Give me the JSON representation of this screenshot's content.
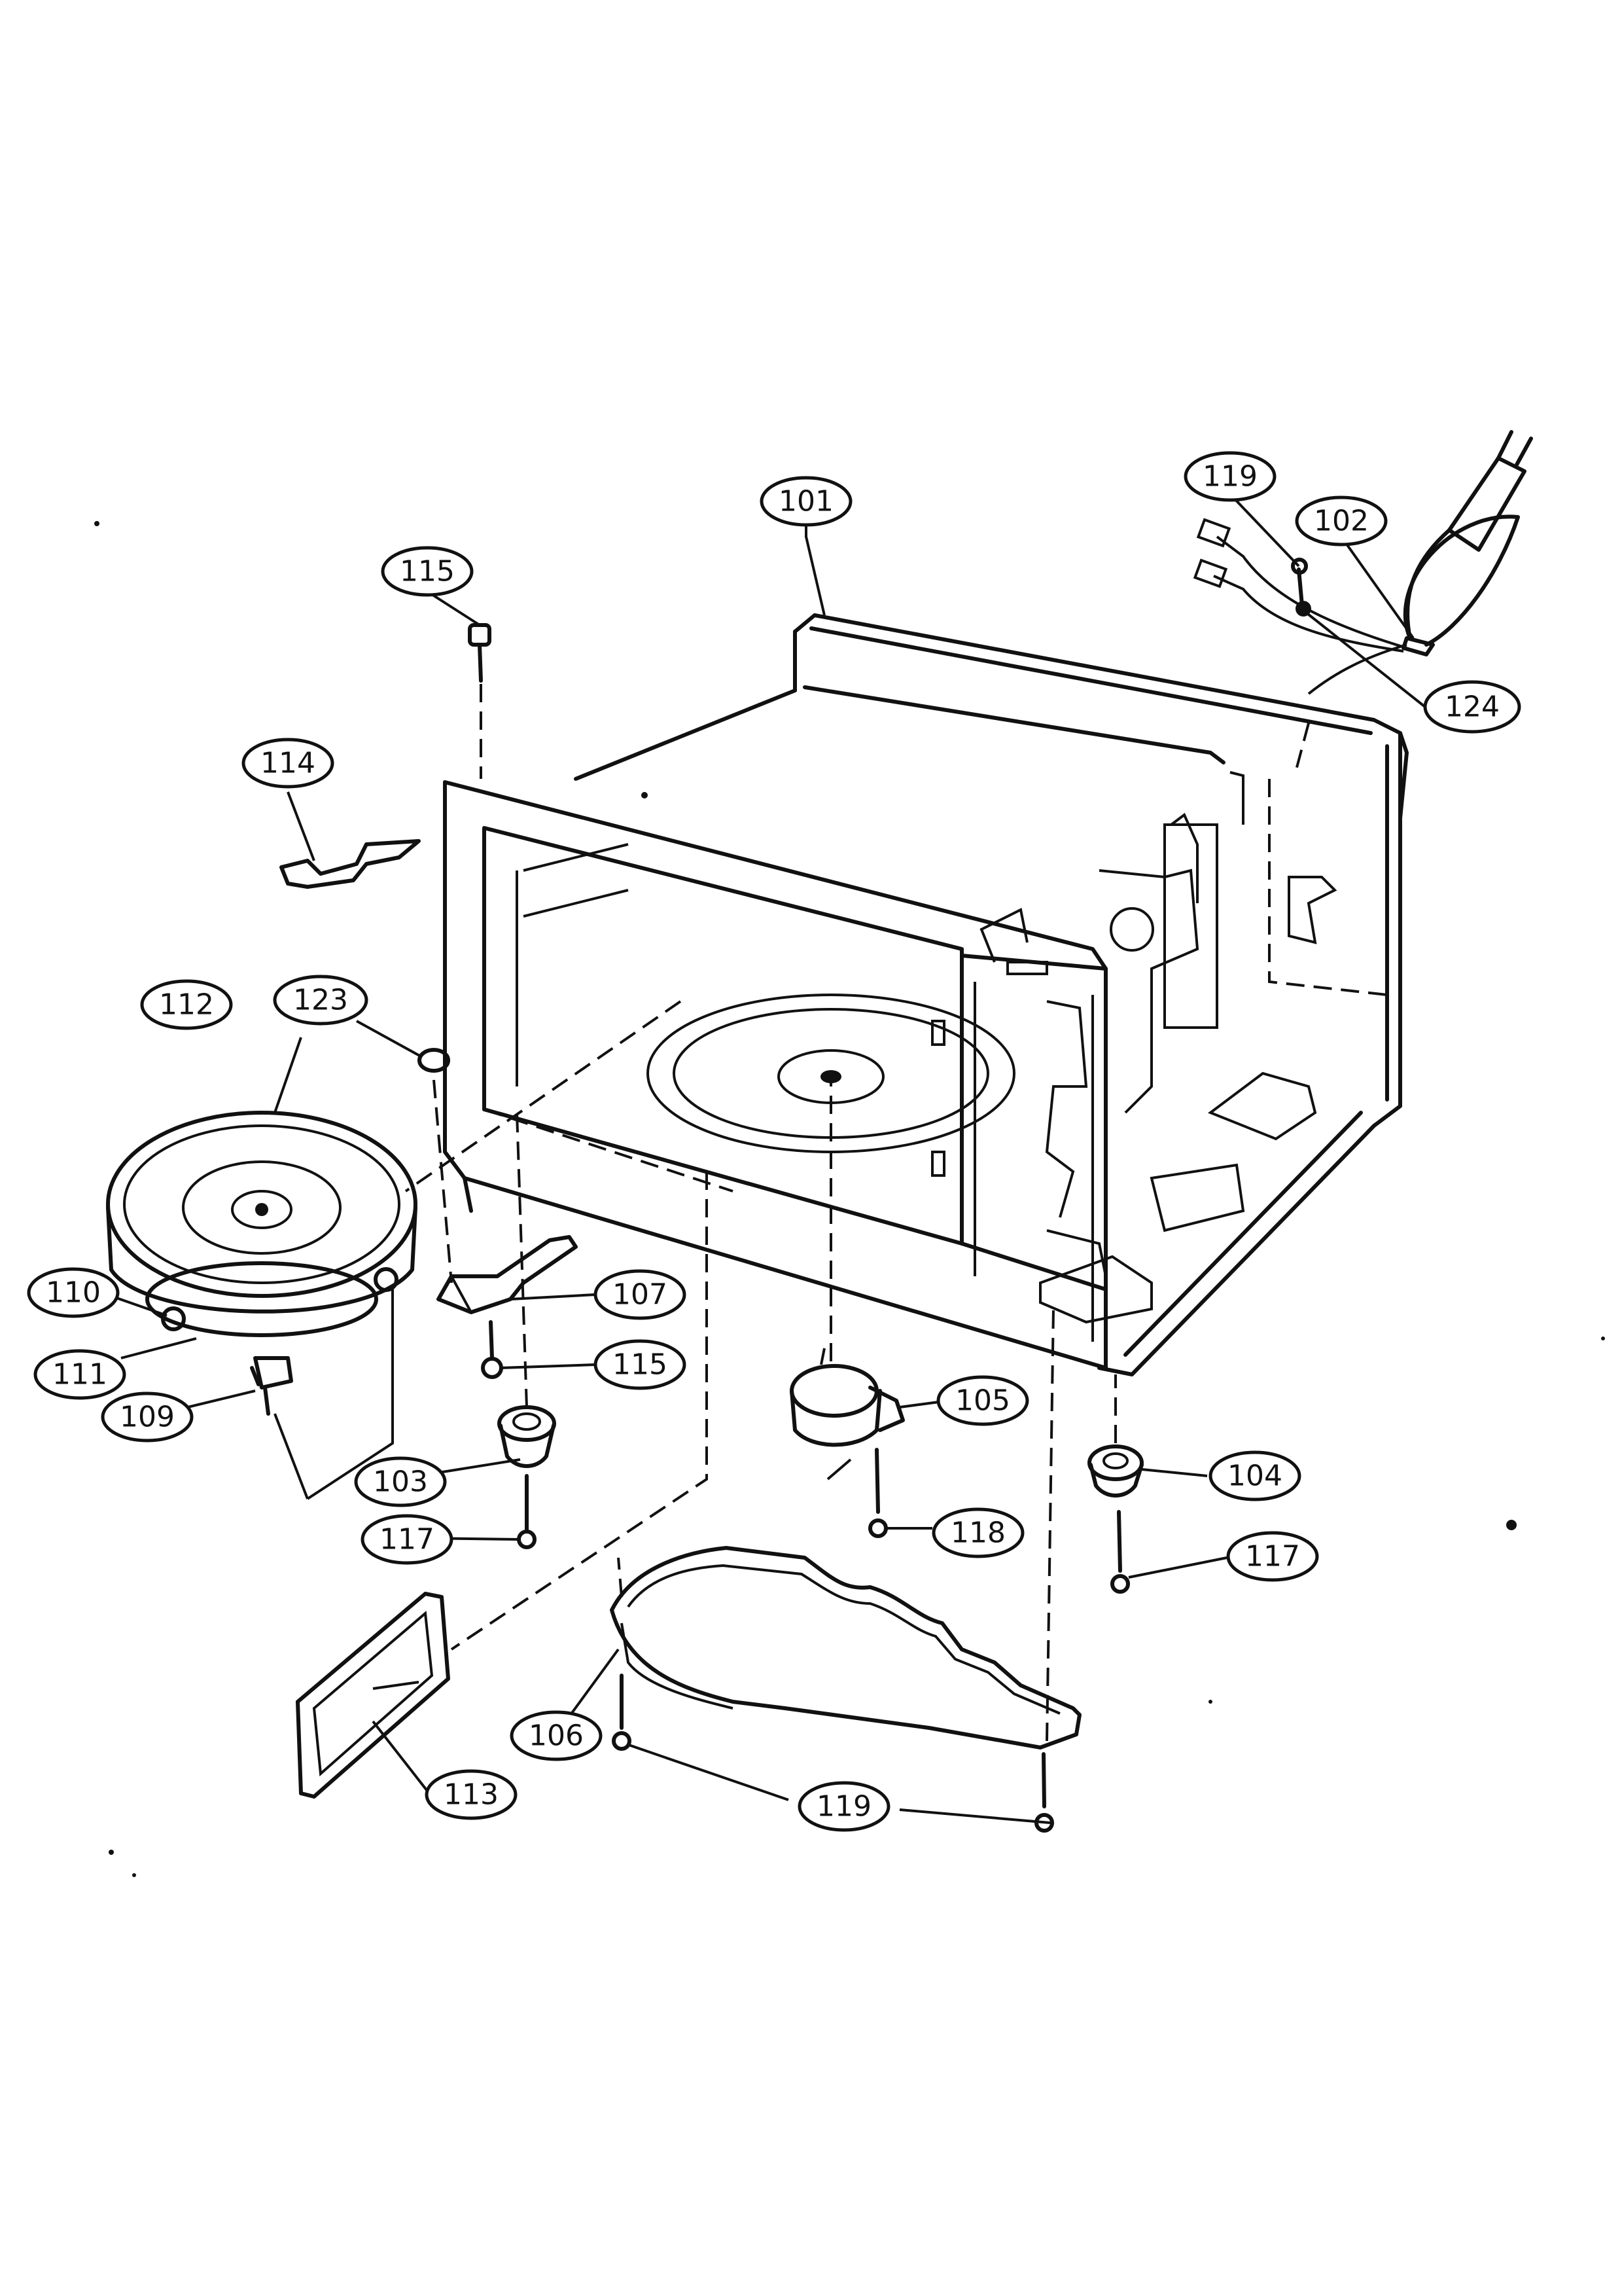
{
  "callouts": [
    {
      "id": "c101",
      "label": "101"
    },
    {
      "id": "c119a",
      "label": "119"
    },
    {
      "id": "c102",
      "label": "102"
    },
    {
      "id": "c124",
      "label": "124"
    },
    {
      "id": "c115a",
      "label": "115"
    },
    {
      "id": "c114",
      "label": "114"
    },
    {
      "id": "c112",
      "label": "112"
    },
    {
      "id": "c123",
      "label": "123"
    },
    {
      "id": "c110",
      "label": "110"
    },
    {
      "id": "c111",
      "label": "111"
    },
    {
      "id": "c109",
      "label": "109"
    },
    {
      "id": "c107",
      "label": "107"
    },
    {
      "id": "c115b",
      "label": "115"
    },
    {
      "id": "c103",
      "label": "103"
    },
    {
      "id": "c117a",
      "label": "117"
    },
    {
      "id": "c105",
      "label": "105"
    },
    {
      "id": "c118",
      "label": "118"
    },
    {
      "id": "c104",
      "label": "104"
    },
    {
      "id": "c117b",
      "label": "117"
    },
    {
      "id": "c106",
      "label": "106"
    },
    {
      "id": "c113",
      "label": "113"
    },
    {
      "id": "c119b",
      "label": "119"
    }
  ]
}
